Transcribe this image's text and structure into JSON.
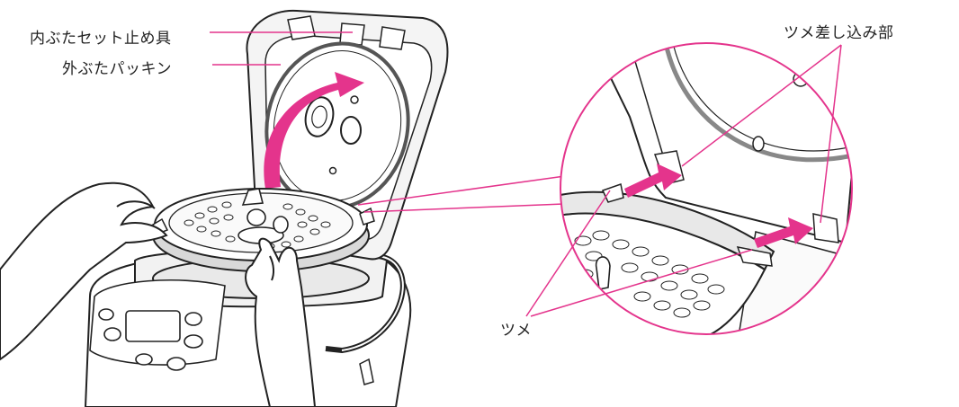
{
  "labels": {
    "inner_lid_fastener": "内ぶたセット止め具",
    "outer_lid_gasket": "外ぶたパッキン",
    "claw_slot": "ツメ差し込み部",
    "claw": "ツメ"
  },
  "colors": {
    "accent_pink": "#e4348c",
    "line": "#222222",
    "fill_gray": "#eeeeee",
    "fill_white": "#ffffff"
  }
}
